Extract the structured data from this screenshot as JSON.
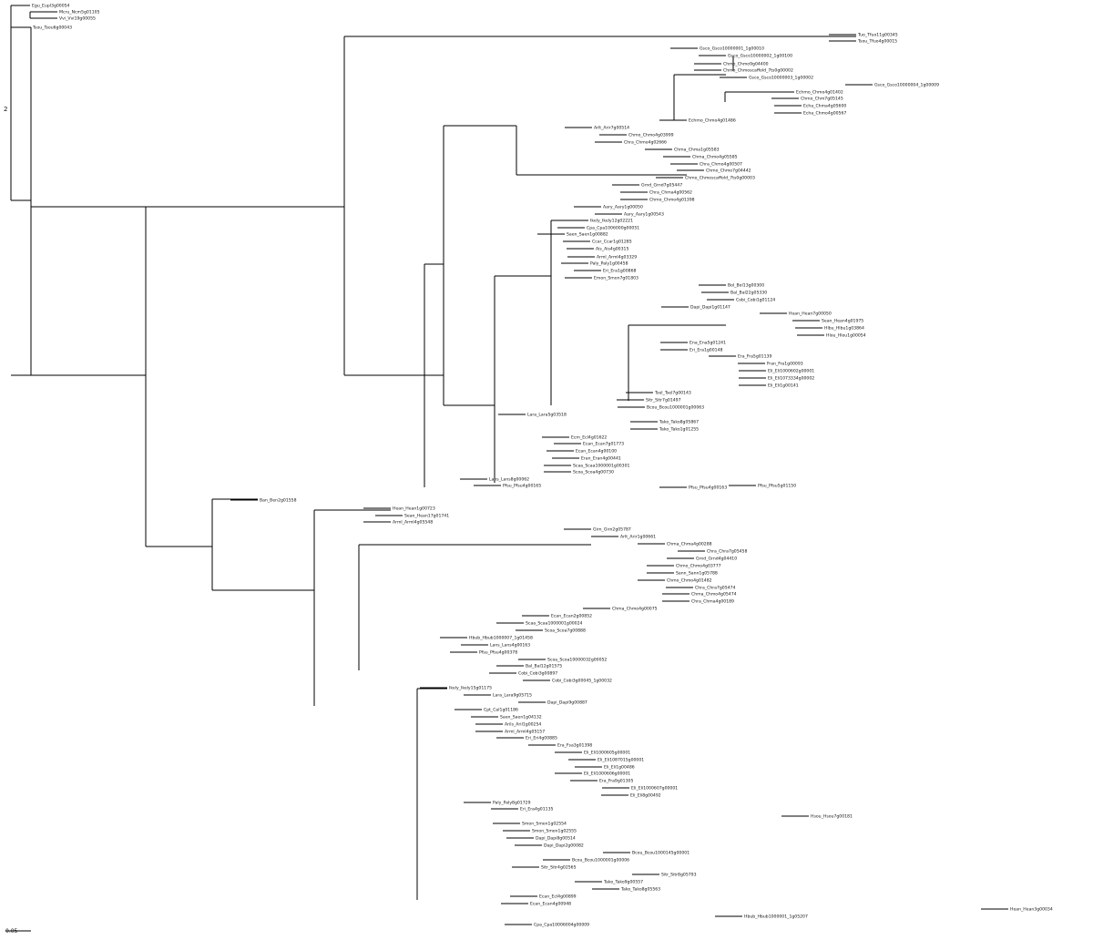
{
  "tree": {
    "type": "phylogenetic-tree",
    "scale_bar_label": "0.05",
    "root_label": "2",
    "branch_color": "#000000",
    "leaves": [
      "Egu_Eupl3g00054",
      "Mcru_Ncm5g01105",
      "Vvi_Vvi19g00055",
      "Tsou_Tsou6g00043",
      "Tuo_Tfuo11g00345",
      "Tsou_Tfuo4g00015",
      "Gsco_Gsco10000001_1g00010",
      "Gsco_Gsco10000002_1g00100",
      "Chmo_Chmo9g04400",
      "Chmo_Chmoscaffold_7ts0g00002",
      "Gsco_Gsco10000003_1g00002",
      "Gsco_Gsco10000004_1g00009",
      "Echmo_Chmo4g01402",
      "Chmo_Chm7g05145",
      "Echa_Chma4g05600",
      "Echa_Chmo4g00567",
      "Echmo_Chmo4g01486",
      "Arlt_Arir7g00514",
      "Chmo_Chmo4g03999",
      "Chra_Chmo4g02666",
      "Chma_Chma1g05583",
      "Chma_Chmo4g05585",
      "Chra_Chmo4g00507",
      "Chmo_Chmo7g04442",
      "Chmo_Chmoscaffold_7ts0g00003",
      "Grnd_Grnd7g05447",
      "Chra_Chma4g00562",
      "Chmo_Chmo4g01398",
      "Aary_Aary1g00050",
      "Aary_Aary1g00543",
      "Ikely_Ikely12g02221",
      "Cpa_Cpa1006000g00051",
      "Saen_Saen1g00882",
      "Ccar_Ccar1g01285",
      "Ais_Ais4g00315",
      "Arml_Arml4g03329",
      "Paly_Paly1g00458",
      "Eri_Era1g00868",
      "Emon_Smon7g01803",
      "Bol_Bol13g00300",
      "Bal_Bal22g05330",
      "Cobi_Cobi1g01124",
      "Dapi_Dapi1g01147",
      "Hean_Hean7g00050",
      "Sean_Hean4g01975",
      "Hlbu_Hlbu1g03864",
      "Hlou_Hlou1g00054",
      "Ena_Ena5g01241",
      "Eri_Era1g00148",
      "Era_Fra5g01139",
      "Fran_Fra1g00093",
      "Eli_Eli1000602g00001",
      "Eli_Eli1073334g00002",
      "Eli_Eli1g00141",
      "Tsel_Tsel7g00143",
      "Sitr_Sitr7g01497",
      "Bcou_Bcou1000001g00063",
      "Lara_Lara5g03518",
      "Tako_Tako8g05867",
      "Tako_Tako1g01255",
      "Ecm_Ecl4g01622",
      "Ecan_Ecan7g01773",
      "Ecan_Ecan4g00100",
      "Eran_Eran4g00441",
      "Scaa_Scaa1000001g00301",
      "Scoa_Scoa4g00730",
      "Lans_Lans8g00062",
      "Pfsu_Pfsu4g00165",
      "Pfsu_Pfsu4g00163",
      "Pfsu_Pfsu5g01150",
      "Ban_Ben2g01558",
      "Hean_Hean1g00723",
      "Sean_Hean17g01741",
      "Arml_Arml4g05548",
      "Girn_Girn2g05787",
      "Arlt_Arir1g00661",
      "Chma_Chma4g00288",
      "Chra_Chra7g05458",
      "Grnd_Grnd4g04410",
      "Chmo_Chmo4g03777",
      "Sann_Sann1g05788",
      "Chmo_Chmo4g01482",
      "Chra_Chra7g05474",
      "Chma_Chmo4g05474",
      "Chra_Chma4g00189",
      "Chma_Chmo4g00075",
      "Ecan_Ecan2g00852",
      "Scaa_Scaa1000001g00024",
      "Scoa_Scoa7g00888",
      "Hbub_Hbub1000007_1g01458",
      "Lans_Lans4g00163",
      "Pfsu_Pfsu4g00378",
      "Scoa_Scoa10000032g00052",
      "Bal_Bal12g01575",
      "Cobi_Cobi3g00897",
      "Cobi_Cobi3g00045_1g00032",
      "Ikely_Ikely15g01175",
      "Lara_Lara9g05715",
      "Dapi_Dapi9g00887",
      "Cpt_Cal1g01186",
      "Saen_Saen1g04132",
      "Arils_Aril1g00254",
      "Arml_Arml4g05157",
      "Eri_Eri4g00885",
      "Era_Fsa3g01398",
      "Eli_Eli1000605g00001",
      "Eli_Eli1087015g00001",
      "Eli_Eli1g00486",
      "Eli_Eli1000606g00001",
      "Era_Fra9g01305",
      "Eli_Eli1000607g00001",
      "Eli_Eli8g00492",
      "Paly_Paly8g01729",
      "Eri_Era4g01135",
      "Hsou_Hsou7g00181",
      "Smon_Smon1g02554",
      "Smon_Smon1g02555",
      "Dapi_Dapi8g00514",
      "Dapi_Dapi2g00082",
      "Bcou_Bcou1000145g00001",
      "Bcou_Bcou1000001g00006",
      "Sitr_Sitr4g02565",
      "Sitr_Sitr8g05793",
      "Tako_Tako9g00557",
      "Tako_Tako8g05563",
      "Ecan_Ecl4g00899",
      "Ecan_Ecan4g00948",
      "Hean_Hean3g00034",
      "Hbub_Hbub1000001_1g05207",
      "Cpa_Cpa10006004g00009"
    ]
  }
}
